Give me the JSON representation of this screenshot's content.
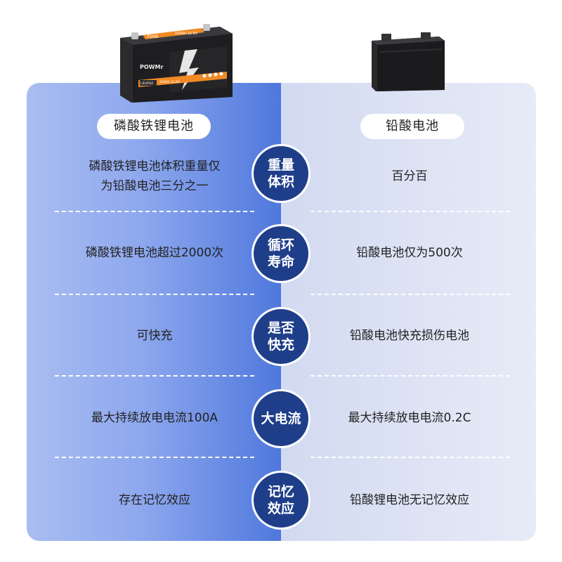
{
  "left": {
    "title": "磷酸铁锂电池",
    "rows": [
      "磷酸铁锂电池体积重量仅\n为铅酸电池三分之一",
      "磷酸铁锂电池超过2000次",
      "可快充",
      "最大持续放电电流100A",
      "存在记忆效应"
    ]
  },
  "right": {
    "title": "铅酸电池",
    "rows": [
      "百分百",
      "铅酸电池仅为500次",
      "铅酸电池快充损伤电池",
      "最大持续放电电流0.2C",
      "铅酸锂电池无记忆效应"
    ]
  },
  "badges": [
    "重量\n体积",
    "循环\n寿命",
    "是否\n快充",
    "大电流",
    "记忆\n效应"
  ],
  "battery_lfp": {
    "brand": "POWMr",
    "top_label": "YSHB",
    "top_spec": "100Ah 12.8V",
    "chem_tag": "LiFePO4",
    "spec_tag": "100Ah 12.8V"
  },
  "colors": {
    "left_panel_start": "#a9bdf1",
    "left_panel_end": "#4f78dd",
    "right_panel": "#e2e7f5",
    "badge": "#1f3e8a",
    "accent_orange": "#f08a24"
  },
  "icons": [
    "lfp-battery-icon",
    "lead-acid-battery-icon",
    "lightning-icon"
  ]
}
